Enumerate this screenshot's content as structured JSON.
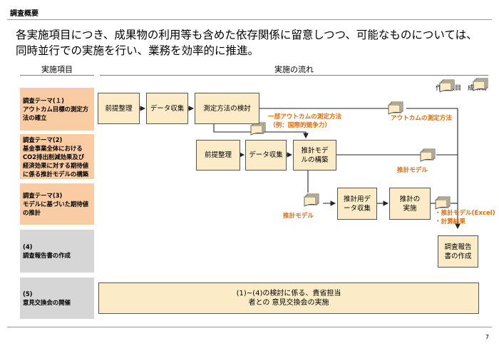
{
  "section_title": "調査概要",
  "lead_text": "各実施項目につき、成果物の利用等も含めた依存関係に留意しつつ、可能なものについては、同時並行での実施を行い、業務を効率的に推進。",
  "columns": {
    "items": "実施項目",
    "flow": "実施の流れ"
  },
  "legend": {
    "task": "作業項目",
    "deliverable": "成果物"
  },
  "themes": [
    {
      "title": "調査テーマ(１)",
      "body": "アウトカム目標の測定方法の確立"
    },
    {
      "title": "調査テーマ(2)",
      "body": "基金事業全体における CO2排出削減効果及び 経済効果に対する期待値 に係る推計モデルの構築"
    },
    {
      "title": "調査テーマ(3)",
      "body": "モデルに基づいた期待値の推計"
    },
    {
      "title": "(4)",
      "body": "調査報告書の作成"
    },
    {
      "title": "(5)",
      "body": "意見交換会の開催"
    }
  ],
  "tasks": {
    "t1_a": "前提整理",
    "t1_b": "データ収集",
    "t1_c": "測定方法の検討",
    "t2_a": "前提整理",
    "t2_b": "データ収集",
    "t2_c": "推計モデルの構築",
    "t3_a": "推計用データ収集",
    "t3_b": "推計の実施",
    "t4": "調査報告書の作成",
    "t5": "(1)~(4)の検討に係る、貴省担当者との 意見交換会の実施"
  },
  "deliverables": {
    "d1_mid": "一部アウトカムの測定方法",
    "d1_mid_sub": "（例：国際的競争力）",
    "d1_end": "アウトカムの測定方法",
    "d2_end": "推計モデル",
    "d3_start": "推計モデル",
    "d3_end_1": "・推計モデル(Excel)",
    "d3_end_2": "・計算結果"
  },
  "page_number": "7",
  "colors": {
    "accent_orange": "#e36c0a",
    "theme_orange": "#f9cca4",
    "theme_grey": "#d6d6d6",
    "task_fill": "#fbecc7"
  }
}
